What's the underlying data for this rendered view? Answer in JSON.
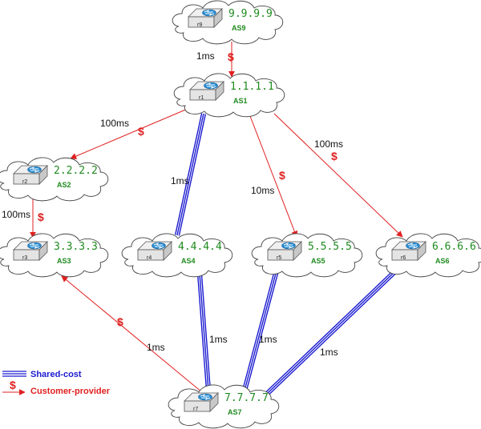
{
  "nodes": [
    {
      "id": "r9",
      "router": "r9",
      "ip": "9.9.9.9",
      "as": "AS9"
    },
    {
      "id": "r1",
      "router": "r1",
      "ip": "1.1.1.1",
      "as": "AS1"
    },
    {
      "id": "r2",
      "router": "r2",
      "ip": "2.2.2.2",
      "as": "AS2"
    },
    {
      "id": "r3",
      "router": "r3",
      "ip": "3.3.3.3",
      "as": "AS3"
    },
    {
      "id": "r4",
      "router": "r4",
      "ip": "4.4.4.4",
      "as": "AS4"
    },
    {
      "id": "r5",
      "router": "r5",
      "ip": "5.5.5.5",
      "as": "AS5"
    },
    {
      "id": "r6",
      "router": "r6",
      "ip": "6.6.6.6",
      "as": "AS6"
    },
    {
      "id": "r7",
      "router": "r7",
      "ip": "7.7.7.7",
      "as": "AS7"
    }
  ],
  "edges": [
    {
      "from": "r9",
      "to": "r1",
      "type": "customer-provider",
      "latency": "1ms",
      "symbol": "$"
    },
    {
      "from": "r1",
      "to": "r2",
      "type": "customer-provider",
      "latency": "100ms",
      "symbol": "$"
    },
    {
      "from": "r2",
      "to": "r3",
      "type": "customer-provider",
      "latency": "100ms",
      "symbol": "$"
    },
    {
      "from": "r1",
      "to": "r5",
      "type": "customer-provider",
      "latency": "10ms",
      "symbol": "$"
    },
    {
      "from": "r1",
      "to": "r6",
      "type": "customer-provider",
      "latency": "100ms",
      "symbol": "$"
    },
    {
      "from": "r7",
      "to": "r3",
      "type": "customer-provider",
      "latency": "1ms",
      "symbol": "$"
    },
    {
      "from": "r1",
      "to": "r4",
      "type": "shared-cost",
      "latency": "1ms"
    },
    {
      "from": "r4",
      "to": "r7",
      "type": "shared-cost",
      "latency": "1ms"
    },
    {
      "from": "r5",
      "to": "r7",
      "type": "shared-cost",
      "latency": "1ms"
    },
    {
      "from": "r6",
      "to": "r7",
      "type": "shared-cost",
      "latency": "1ms"
    }
  ],
  "legend": {
    "shared_cost": "Shared-cost",
    "customer_provider": "Customer-provider",
    "customer_provider_symbol": "$"
  },
  "colors": {
    "shared_cost": "#1a1ad0",
    "customer_provider": "#e02020",
    "label_green": "#1e8a1e"
  },
  "icons": {
    "router": "router-icon",
    "cloud": "cloud-icon"
  }
}
